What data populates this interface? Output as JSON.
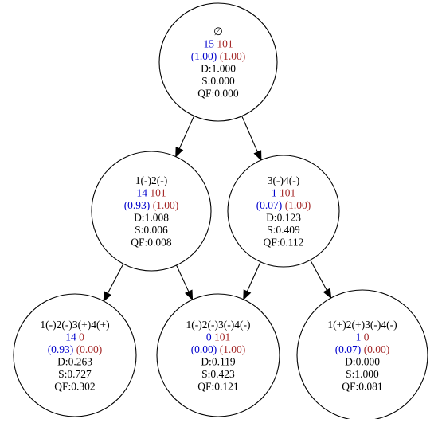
{
  "tree": {
    "nodes": [
      {
        "id": "root",
        "label": "∅",
        "count_pos": "15",
        "count_neg": "101",
        "frac_pos": "(1.00)",
        "frac_neg": "(1.00)",
        "d": "D:1.000",
        "s": "S:0.000",
        "qf": "QF:0.000"
      },
      {
        "id": "n1",
        "label": "1(-)2(-)",
        "count_pos": "14",
        "count_neg": "101",
        "frac_pos": "(0.93)",
        "frac_neg": "(1.00)",
        "d": "D:1.008",
        "s": "S:0.006",
        "qf": "QF:0.008"
      },
      {
        "id": "n2",
        "label": "3(-)4(-)",
        "count_pos": "1",
        "count_neg": "101",
        "frac_pos": "(0.07)",
        "frac_neg": "(1.00)",
        "d": "D:0.123",
        "s": "S:0.409",
        "qf": "QF:0.112"
      },
      {
        "id": "n3",
        "label": "1(-)2(-)3(+)4(+)",
        "count_pos": "14",
        "count_neg": "0",
        "frac_pos": "(0.93)",
        "frac_neg": "(0.00)",
        "d": "D:0.263",
        "s": "S:0.727",
        "qf": "QF:0.302"
      },
      {
        "id": "n4",
        "label": "1(-)2(-)3(-)4(-)",
        "count_pos": "0",
        "count_neg": "101",
        "frac_pos": "(0.00)",
        "frac_neg": "(1.00)",
        "d": "D:0.119",
        "s": "S:0.423",
        "qf": "QF:0.121"
      },
      {
        "id": "n5",
        "label": "1(+)2(+)3(-)4(-)",
        "count_pos": "1",
        "count_neg": "0",
        "frac_pos": "(0.07)",
        "frac_neg": "(0.00)",
        "d": "D:0.000",
        "s": "S:1.000",
        "qf": "QF:0.081"
      }
    ],
    "edges": [
      {
        "from": "root",
        "to": "n1"
      },
      {
        "from": "root",
        "to": "n2"
      },
      {
        "from": "n1",
        "to": "n3"
      },
      {
        "from": "n1",
        "to": "n4"
      },
      {
        "from": "n2",
        "to": "n4"
      },
      {
        "from": "n2",
        "to": "n5"
      }
    ],
    "colors": {
      "positive": "#0000cc",
      "negative": "#a52a2a",
      "text": "#000000"
    }
  }
}
